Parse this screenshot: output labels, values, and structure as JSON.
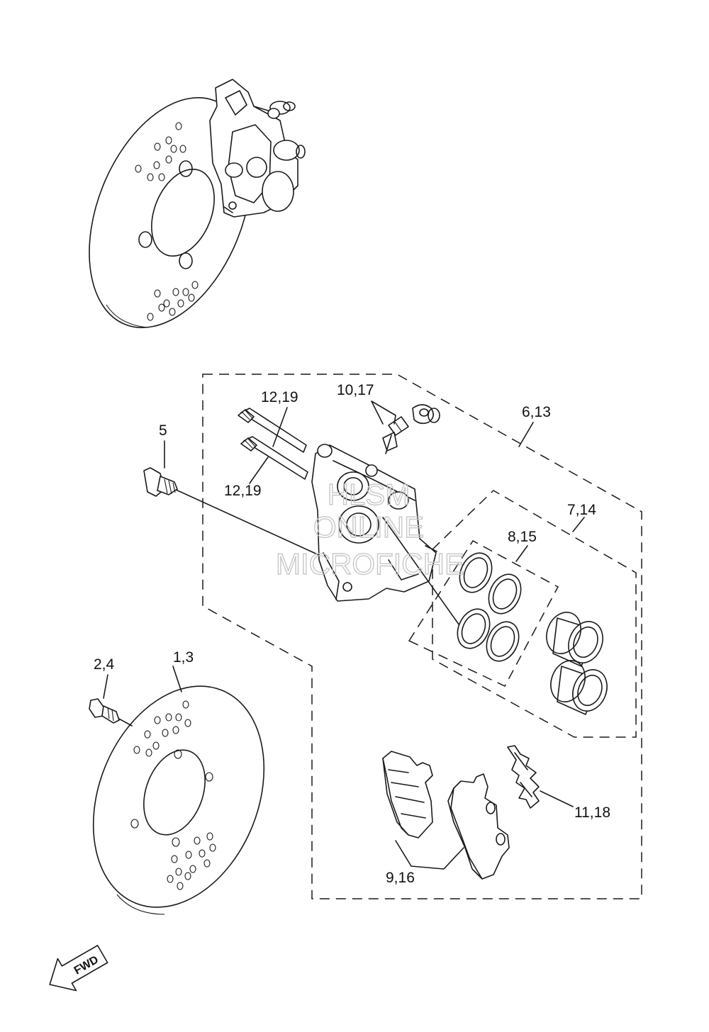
{
  "labels": {
    "p1_3": "1,3",
    "p2_4": "2,4",
    "p5": "5",
    "p6_13": "6,13",
    "p7_14": "7,14",
    "p8_15": "8,15",
    "p9_16": "9,16",
    "p10_17": "10,17",
    "p11_18": "11,18",
    "p12_19_top": "12,19",
    "p12_19_bottom": "12,19"
  },
  "watermark": {
    "line1": "HLSM",
    "line2": "ONLINE",
    "line3": "MICROFICHE"
  },
  "direction": {
    "label": "FWD"
  },
  "colors": {
    "line": "#1a1a1a",
    "watermark": "#c8c8c8",
    "background": "#ffffff"
  }
}
